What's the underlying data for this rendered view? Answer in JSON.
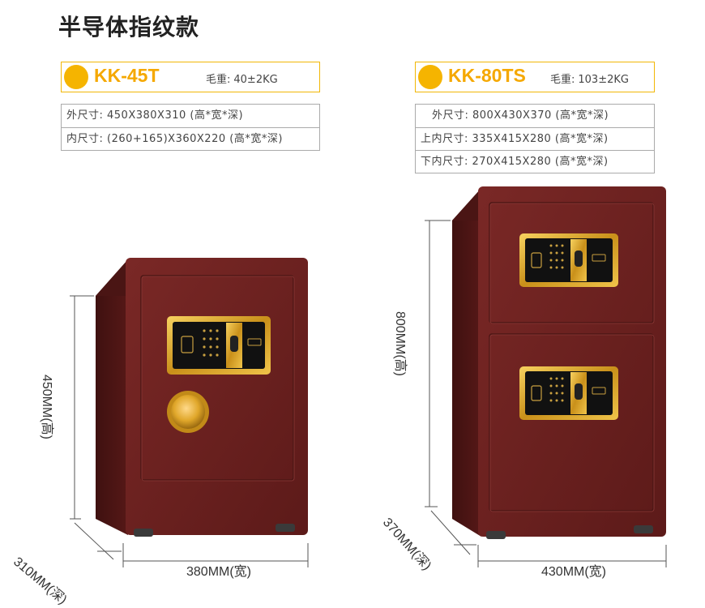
{
  "page_title": "半导体指纹款",
  "products": [
    {
      "model": "KK-45T",
      "weight_label": "毛重:",
      "weight_value": "40±2KG",
      "specs": [
        "外尺寸: 450X380X310 (高*宽*深)",
        "内尺寸: (260+165)X360X220 (高*宽*深)"
      ],
      "dim_height": "450MM(高)",
      "dim_width": "380MM(宽)",
      "dim_depth": "310MM(深)"
    },
    {
      "model": "KK-80TS",
      "weight_label": "毛重:",
      "weight_value": "103±2KG",
      "specs": [
        "外尺寸: 800X430X370 (高*宽*深)",
        "上内尺寸: 335X415X280 (高*宽*深)",
        "下内尺寸: 270X415X280 (高*宽*深)"
      ],
      "dim_height": "800MM(高)",
      "dim_width": "430MM(宽)",
      "dim_depth": "370MM(深)"
    }
  ],
  "colors": {
    "accent": "#f5b400",
    "safe_body": "#6e1f1e",
    "gold_trim": "#d9a21b"
  },
  "icon_names": [
    "fingerprint-icon",
    "keypad-icon",
    "dial-knob-icon"
  ]
}
